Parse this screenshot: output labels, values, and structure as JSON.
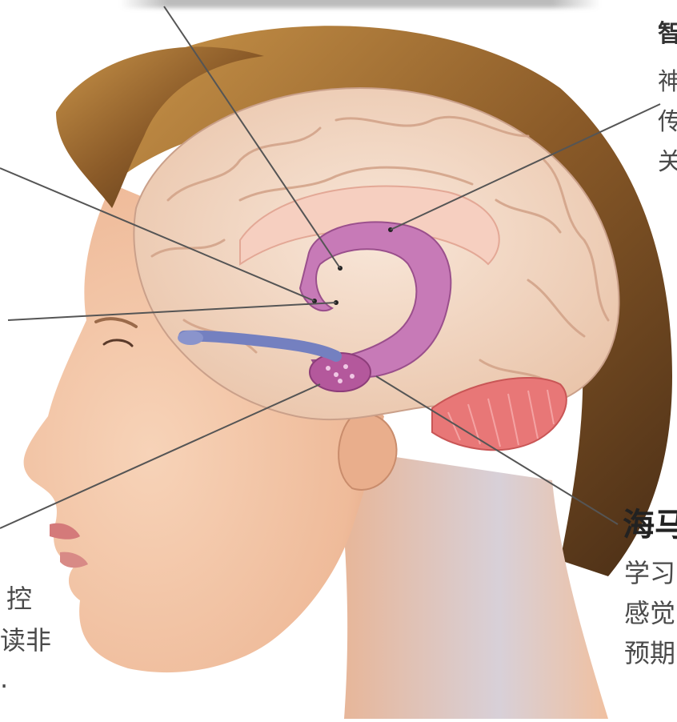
{
  "labels": {
    "right_top": [
      "智",
      "神",
      "传",
      "关"
    ],
    "right_bottom_title": "海马",
    "right_bottom_lines": [
      "学习",
      "感觉",
      "预期"
    ],
    "left_bottom_lines": [
      "控",
      "读非",
      "."
    ]
  },
  "colors": {
    "skin": "#f2c6a8",
    "skin_shadow": "#d99a7a",
    "hair": "#b8823a",
    "hair_dark": "#6e4a22",
    "brain": "#f3dccb",
    "brain_fold": "#d9a98c",
    "limbic": "#b86aa6",
    "limbic_light": "#d99ac8",
    "olfactory": "#6a78b8",
    "cerebellum": "#e66e6e",
    "leader_line": "#555555"
  }
}
